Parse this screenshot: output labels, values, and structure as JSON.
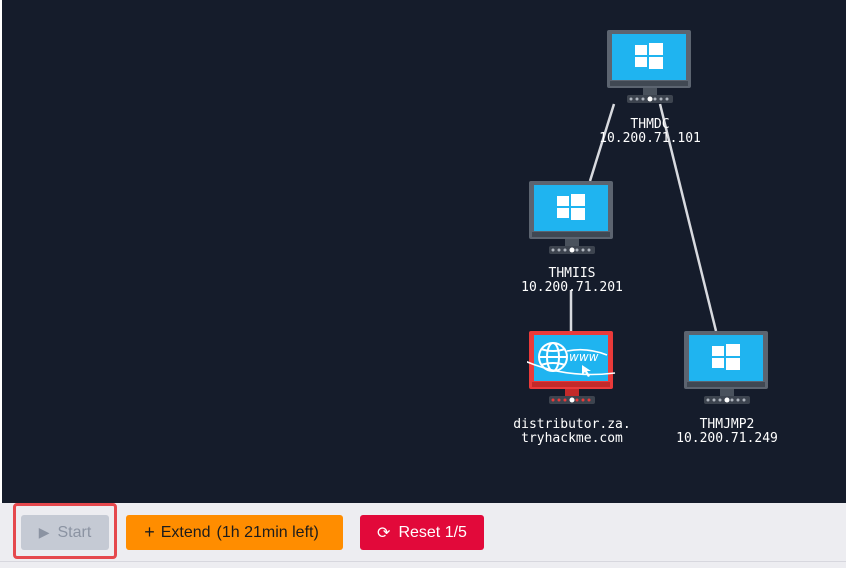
{
  "network": {
    "nodes": [
      {
        "id": "thmdc",
        "hostname": "THMDC",
        "ip": "10.200.71.101",
        "icon": "windows-monitor-icon",
        "state": "normal"
      },
      {
        "id": "thmiis",
        "hostname": "THMIIS",
        "ip": "10.200.71.201",
        "icon": "windows-monitor-icon",
        "state": "normal"
      },
      {
        "id": "distributor",
        "hostname": "distributor.za.",
        "ip": "tryhackme.com",
        "icon": "web-server-monitor-icon",
        "state": "highlighted"
      },
      {
        "id": "thmjmp2",
        "hostname": "THMJMP2",
        "ip": "10.200.71.249",
        "icon": "windows-monitor-icon",
        "state": "normal"
      }
    ],
    "links": [
      [
        "thmdc",
        "thmiis"
      ],
      [
        "thmdc",
        "thmjmp2"
      ],
      [
        "thmiis",
        "distributor"
      ]
    ],
    "colors": {
      "background": "#151c2b",
      "screen": "#1fb4f0",
      "monitor_frame": "#5c6470",
      "highlight_frame": "#ea3a3a",
      "link": "#d8dadf"
    }
  },
  "toolbar": {
    "start_label": "Start",
    "start_icon": "play-icon",
    "extend_label": "Extend",
    "extend_time": "(1h 21min left)",
    "extend_icon": "plus-icon",
    "reset_label": "Reset 1/5",
    "reset_icon": "refresh-icon",
    "colors": {
      "start": "#c5cad4",
      "extend": "#ff8d00",
      "reset": "#e2093a",
      "highlight": "#e5484d"
    }
  }
}
